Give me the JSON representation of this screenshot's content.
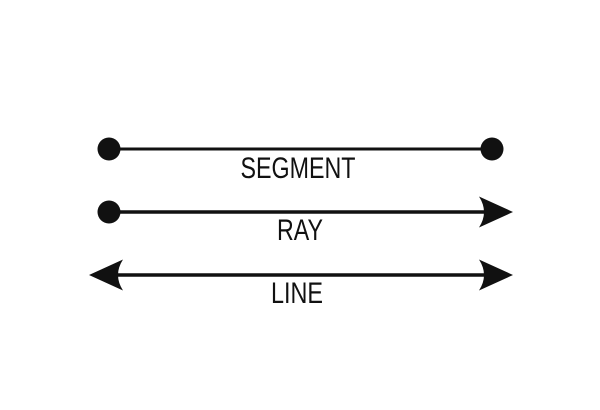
{
  "colors": {
    "ink": "#111111",
    "background": "#ffffff"
  },
  "figure": {
    "description": "Geometry diagram comparing a segment, a ray, and a line",
    "items": [
      {
        "id": "segment",
        "label": "SEGMENT",
        "left_end": "endpoint-dot",
        "right_end": "endpoint-dot"
      },
      {
        "id": "ray",
        "label": "RAY",
        "left_end": "endpoint-dot",
        "right_end": "arrowhead"
      },
      {
        "id": "line",
        "label": "LINE",
        "left_end": "arrowhead",
        "right_end": "arrowhead"
      }
    ]
  }
}
